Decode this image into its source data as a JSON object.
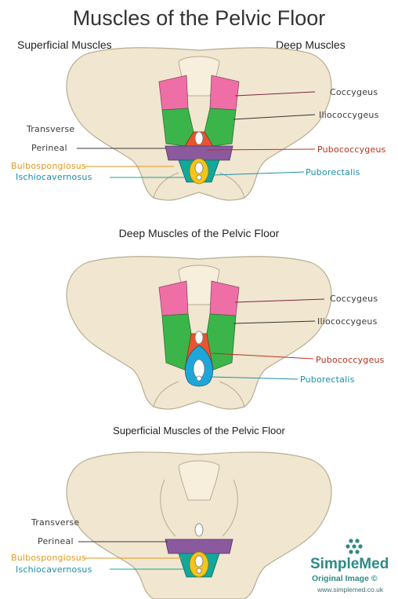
{
  "title": "Muscles of the Pelvic Floor",
  "header_left": "Superficial Muscles",
  "header_right": "Deep Muscles",
  "section2_title": "Deep Muscles of the Pelvic Floor",
  "section3_title": "Superficial Muscles of the Pelvic Floor",
  "labels": {
    "coccygeus": "Coccygeus",
    "iliococcygeus": "Iliococcygeus",
    "pubococcygeus": "Pubococcygeus",
    "puborectalis": "Puborectalis",
    "transverse": "Transverse",
    "perineal": "Perineal",
    "bulbospongiosus": "Bulbospongiosus",
    "ischiocavernosus": "Ischiocavernosus"
  },
  "brand": {
    "name": "SimpleMed",
    "sub": "Original Image ©",
    "url": "www.simplemed.co.uk"
  },
  "colors": {
    "bone": "#f1e6cf",
    "outline": "#b7ab93",
    "coccygeus": "#f06ea6",
    "iliococcygeus": "#3bb54a",
    "pubococcygeus": "#e8542f",
    "puborectalis": "#1fa6d8",
    "transverse_perineal": "#8b5a9e",
    "bulbospongiosus": "#f5c518",
    "ischiocavernosus": "#14a79a",
    "brand": "#2d8a86"
  }
}
